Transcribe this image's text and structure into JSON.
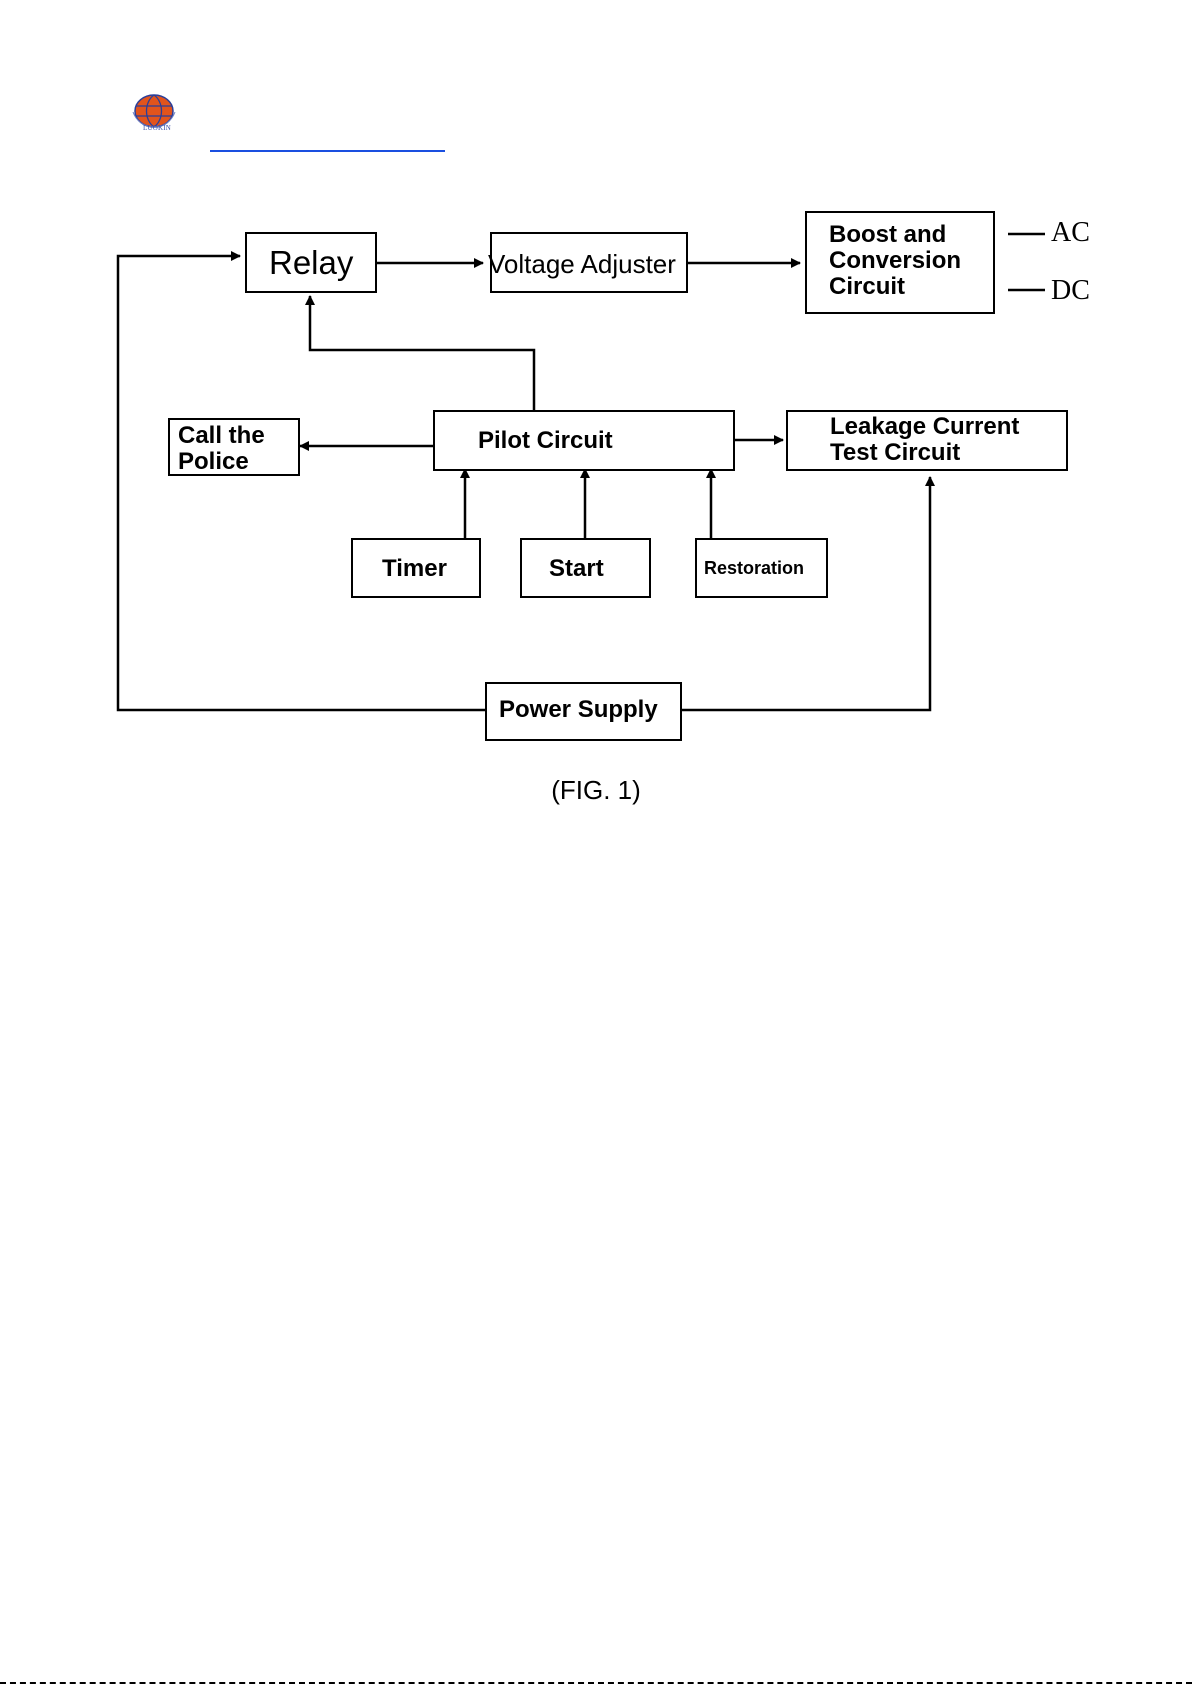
{
  "header": {
    "logo_text": "LUOKIN"
  },
  "diagram": {
    "nodes": {
      "relay": "Relay",
      "voltage_adjuster": "Voltage Adjuster",
      "boost": "Boost and\nConversion\nCircuit",
      "call_police": "Call the\nPolice",
      "pilot": "Pilot Circuit",
      "leakage": "Leakage Current\nTest Circuit",
      "timer": "Timer",
      "start": "Start",
      "restoration": "Restoration",
      "power_supply": "Power Supply"
    },
    "outputs": {
      "ac": "AC",
      "dc": "DC"
    },
    "edges": [
      {
        "from": "relay",
        "to": "voltage_adjuster"
      },
      {
        "from": "voltage_adjuster",
        "to": "boost"
      },
      {
        "from": "pilot",
        "to": "relay"
      },
      {
        "from": "pilot",
        "to": "call_police"
      },
      {
        "from": "pilot",
        "to": "leakage"
      },
      {
        "from": "timer",
        "to": "pilot"
      },
      {
        "from": "start",
        "to": "pilot"
      },
      {
        "from": "restoration",
        "to": "pilot"
      },
      {
        "from": "power_supply",
        "to": "relay"
      },
      {
        "from": "power_supply",
        "to": "leakage"
      }
    ]
  },
  "caption": "(FIG. 1)"
}
